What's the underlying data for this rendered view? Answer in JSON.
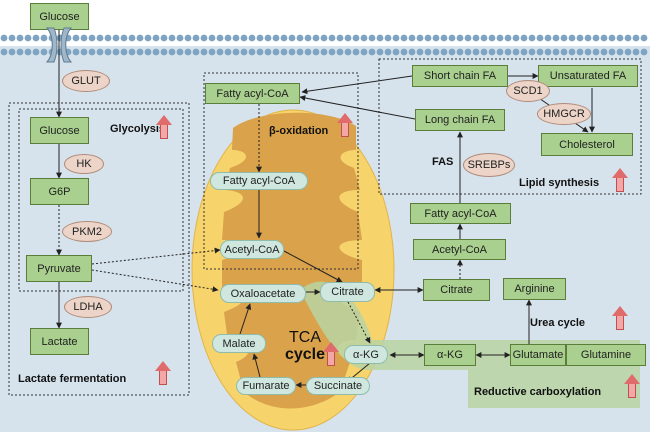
{
  "metabolites": {
    "glucose_ext": "Glucose",
    "glucose": "Glucose",
    "g6p": "G6P",
    "pyruvate": "Pyruvate",
    "lactate": "Lactate",
    "fatty_acyl_coa_cyto": "Fatty acyl-CoA",
    "fatty_acyl_coa_mito": "Fatty acyl-CoA",
    "acetyl_coa_mito": "Acetyl-CoA",
    "oxaloacetate": "Oxaloacetate",
    "citrate_mito": "Citrate",
    "malate": "Malate",
    "fumarate": "Fumarate",
    "succinate": "Succinate",
    "akg_mito": "α-KG",
    "akg_cyto": "α-KG",
    "glutamate": "Glutamate",
    "glutamine": "Glutamine",
    "arginine": "Arginine",
    "citrate_cyto": "Citrate",
    "acetyl_coa_cyto": "Acetyl-CoA",
    "fatty_acyl_coa_fas": "Fatty acyl-CoA",
    "long_chain_fa": "Long chain FA",
    "short_chain_fa": "Short chain FA",
    "unsaturated_fa": "Unsaturated FA",
    "cholesterol": "Cholesterol"
  },
  "enzymes": {
    "glut": "GLUT",
    "hk": "HK",
    "pkm2": "PKM2",
    "ldha": "LDHA",
    "scd1": "SCD1",
    "hmgcr": "HMGCR",
    "srebps": "SREBPs"
  },
  "pathways": {
    "glycolysis": "Glycolysis",
    "beta_oxidation": "β-oxidation",
    "lactate_fermentation": "Lactate fermentation",
    "fas": "FAS",
    "lipid_synthesis": "Lipid synthesis",
    "urea_cycle": "Urea cycle",
    "reductive_carboxylation": "Reductive carboxylation",
    "tca_line1": "TCA",
    "tca_line2": "cycle"
  },
  "colors": {
    "cytoplasm": "#d6e3ec",
    "membrane": "#7fa4c3",
    "mitochondrion_outer": "#f7d36b",
    "mitochondrion_inner": "#d9a24b",
    "metabolite_box": "#a9d08e",
    "mito_pill": "#cfe7de",
    "enzyme": "#ecd4c8",
    "upregulated_arrow": "#f4a7a7",
    "reductive_band": "#b9d3a3"
  }
}
